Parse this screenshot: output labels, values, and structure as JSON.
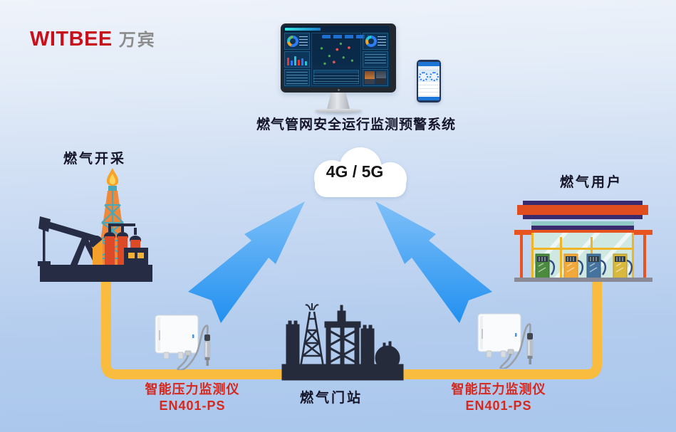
{
  "brand": {
    "name": "WITBEE",
    "suffix": "万宾"
  },
  "header": {
    "system_title": "燃气管网安全运行监测预警系统"
  },
  "cloud": {
    "label": "4G / 5G"
  },
  "nodes": {
    "extraction_label": "燃气开采",
    "users_label": "燃气用户",
    "gate_station_label": "燃气门站"
  },
  "sensors": {
    "left": {
      "name": "智能压力监测仪",
      "model": "EN401-PS"
    },
    "right": {
      "name": "智能压力监测仪",
      "model": "EN401-PS"
    }
  },
  "colors": {
    "brand_red": "#C8101B",
    "label_red": "#D5281E",
    "label_ink": "#15152A",
    "pipe_yellow": "#F9BC3E",
    "arrow_blue_light": "#7FC0F8",
    "arrow_blue_dark": "#2190F0",
    "background_top": "#EFF3FA",
    "background_bottom": "#A9C7EC",
    "dashboard_bg": "#0C2C4A"
  }
}
